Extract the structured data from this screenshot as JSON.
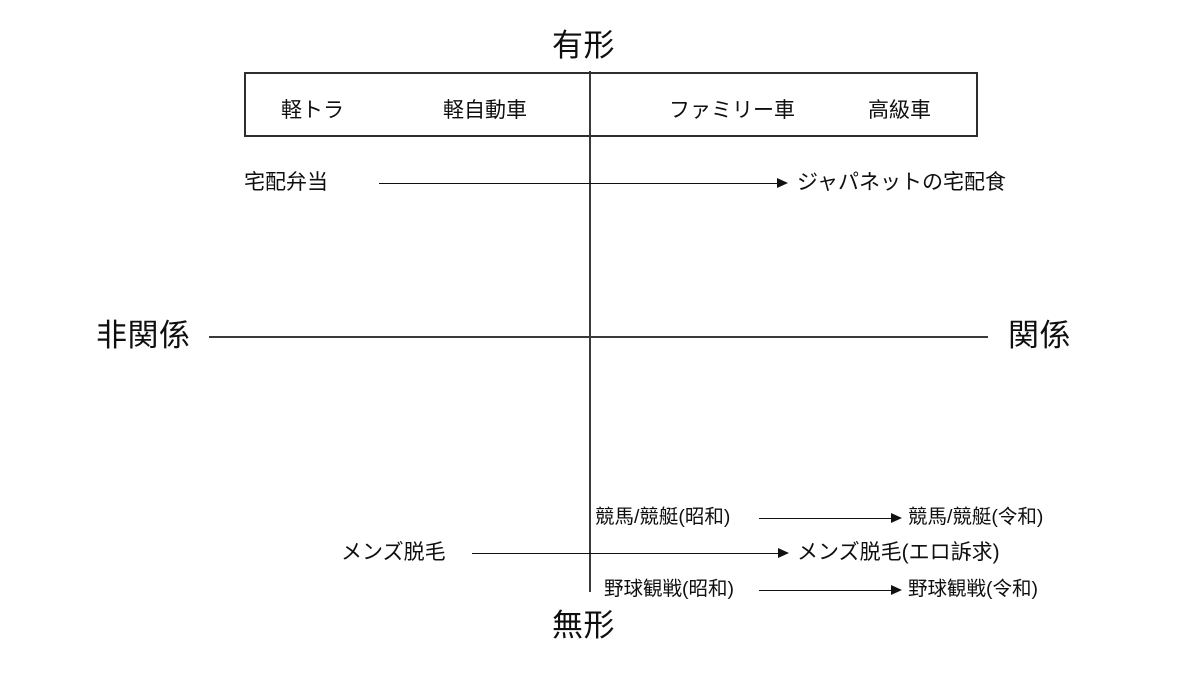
{
  "diagram": {
    "type": "two-axis-positioning-map",
    "axes": {
      "vertical": {
        "top_label": "有形",
        "bottom_label": "無形"
      },
      "horizontal": {
        "left_label": "非関係",
        "right_label": "関係"
      }
    },
    "category_box": {
      "items": [
        {
          "label": "軽トラ"
        },
        {
          "label": "軽自動車"
        },
        {
          "label": "ファミリー車"
        },
        {
          "label": "高級車"
        }
      ]
    },
    "arrows": [
      {
        "id": "takuhai",
        "from_label": "宅配弁当",
        "to_label": "ジャパネットの宅配食"
      },
      {
        "id": "keiba",
        "from_label": "競馬/競艇(昭和)",
        "to_label": "競馬/競艇(令和)"
      },
      {
        "id": "mens-datsumou",
        "from_label": "メンズ脱毛",
        "to_label": "メンズ脱毛(エロ訴求)"
      },
      {
        "id": "yakyuu",
        "from_label": "野球観戦(昭和)",
        "to_label": "野球観戦(令和)"
      }
    ],
    "colors": {
      "background": "#ffffff",
      "text": "#0f0f0f",
      "axis_line": "#3a3a3a",
      "arrow_line": "#111111",
      "box_border": "#2e2e2e"
    }
  }
}
